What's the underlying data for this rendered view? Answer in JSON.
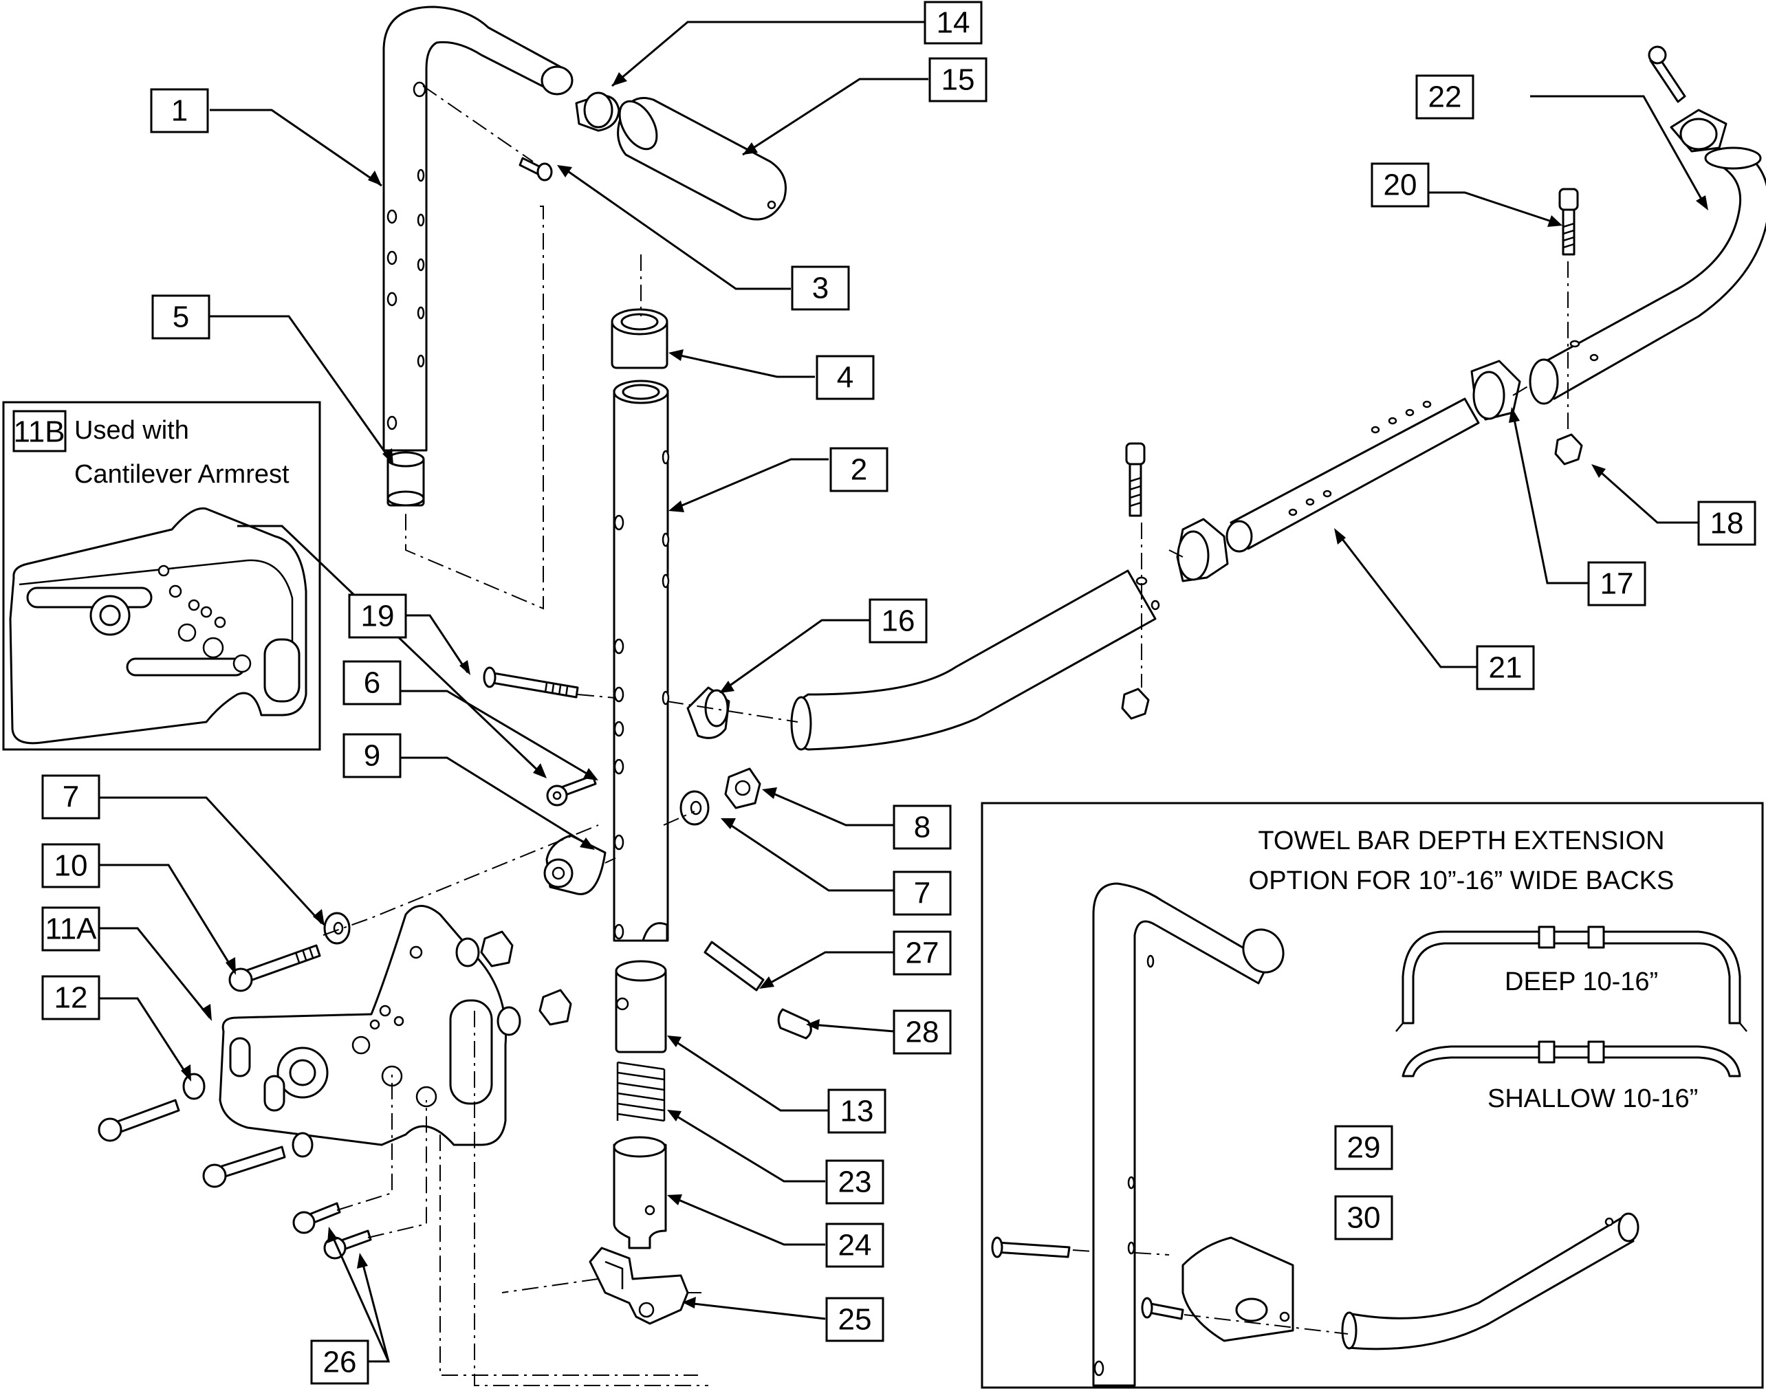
{
  "callouts": {
    "c1": "1",
    "c2": "2",
    "c3": "3",
    "c4": "4",
    "c5": "5",
    "c6": "6",
    "c7a": "7",
    "c7b": "7",
    "c8": "8",
    "c9": "9",
    "c10": "10",
    "c11a": "11A",
    "c11b": "11B",
    "c12": "12",
    "c13": "13",
    "c14": "14",
    "c15": "15",
    "c16": "16",
    "c17": "17",
    "c18": "18",
    "c19": "19",
    "c20": "20",
    "c21": "21",
    "c22": "22",
    "c23": "23",
    "c24": "24",
    "c25": "25",
    "c26": "26",
    "c27": "27",
    "c28": "28",
    "c29": "29",
    "c30": "30"
  },
  "inset_11b": {
    "line1": "Used with",
    "line2": "Cantilever Armrest"
  },
  "towel_bar_panel": {
    "title_line1": "TOWEL BAR DEPTH EXTENSION",
    "title_line2": "OPTION FOR 10”-16” WIDE BACKS",
    "deep_label": "DEEP 10-16”",
    "shallow_label": "SHALLOW 10-16”"
  }
}
